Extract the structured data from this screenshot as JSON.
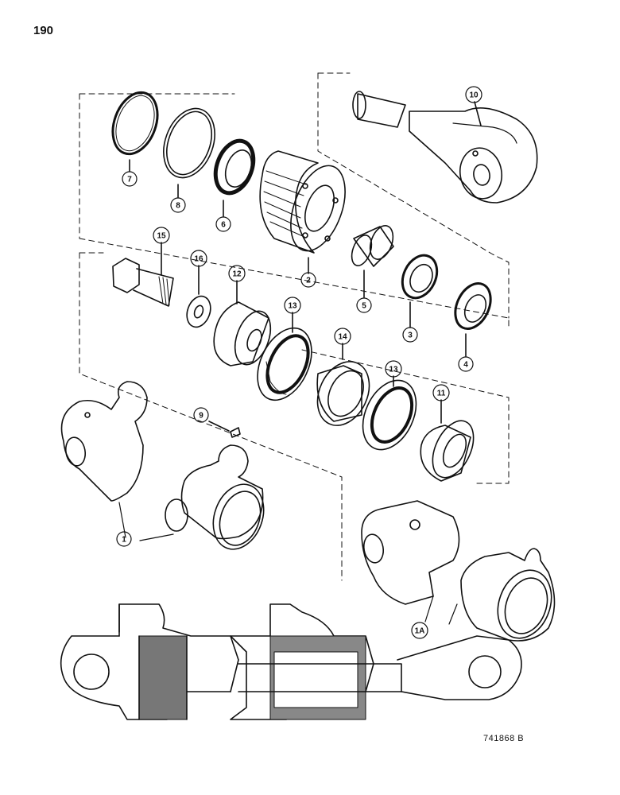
{
  "page_number": "190",
  "figure_code": "741868 B",
  "callouts": [
    {
      "id": "c1",
      "label": "1"
    },
    {
      "id": "c1a",
      "label": "1A"
    },
    {
      "id": "c2",
      "label": "2"
    },
    {
      "id": "c3",
      "label": "3"
    },
    {
      "id": "c4",
      "label": "4"
    },
    {
      "id": "c5",
      "label": "5"
    },
    {
      "id": "c6",
      "label": "6"
    },
    {
      "id": "c7",
      "label": "7"
    },
    {
      "id": "c8",
      "label": "8"
    },
    {
      "id": "c9",
      "label": "9"
    },
    {
      "id": "c10",
      "label": "10"
    },
    {
      "id": "c11",
      "label": "11"
    },
    {
      "id": "c12",
      "label": "12"
    },
    {
      "id": "c13a",
      "label": "13"
    },
    {
      "id": "c13b",
      "label": "13"
    },
    {
      "id": "c14",
      "label": "14"
    },
    {
      "id": "c15",
      "label": "15"
    },
    {
      "id": "c16",
      "label": "16"
    }
  ]
}
